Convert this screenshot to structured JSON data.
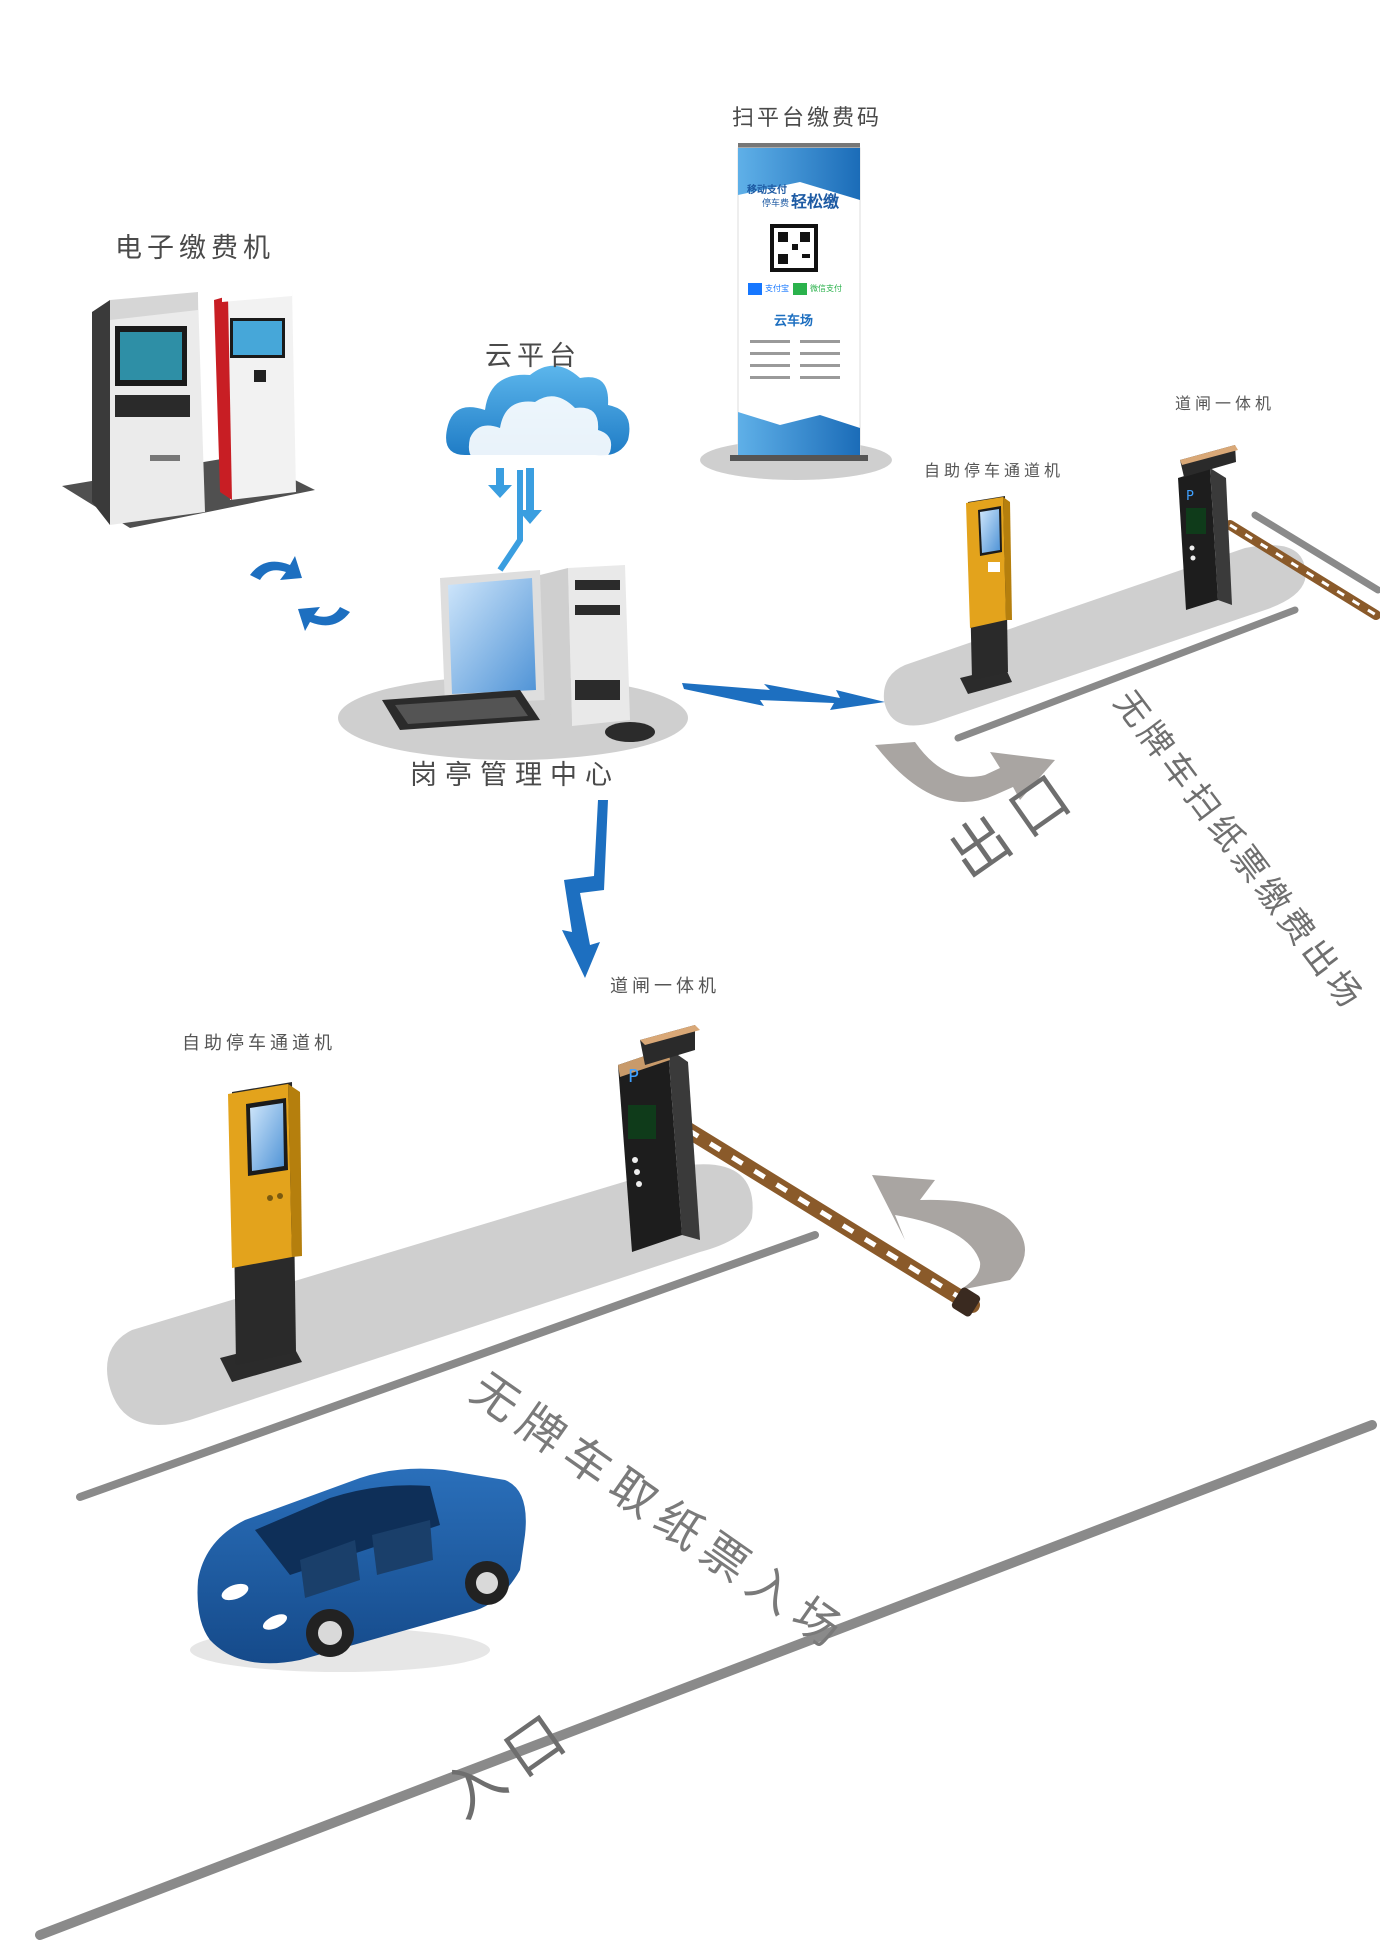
{
  "labels": {
    "payment_kiosk": "电子缴费机",
    "cloud_platform": "云平台",
    "scan_qr": "扫平台缴费码",
    "booth_center": "岗亭管理中心",
    "gate_top": "道闸一体机",
    "gate_bottom": "道闸一体机",
    "channel_top": "自助停车通道机",
    "channel_bottom": "自助停车通道机",
    "exit_route": "无牌车扫纸票缴费出场",
    "entry_route": "无牌车取纸票入场",
    "exit_gate": "出口",
    "entry_gate": "入口"
  },
  "poster": {
    "line1": "移动支付",
    "line2": "停车费",
    "line3": "轻松缴",
    "brand": "云车场",
    "alipay": "支付宝",
    "wechat": "微信支付"
  },
  "colors": {
    "flow_arrow": "#1d6fc0",
    "cloud": "#3a9ee0",
    "channel_machine": "#e3a31c",
    "ground_pad": "#cfcfcf",
    "car": "#1d5aa3",
    "road_line": "#8a8a8a",
    "label_text": "#4a4a4a"
  }
}
